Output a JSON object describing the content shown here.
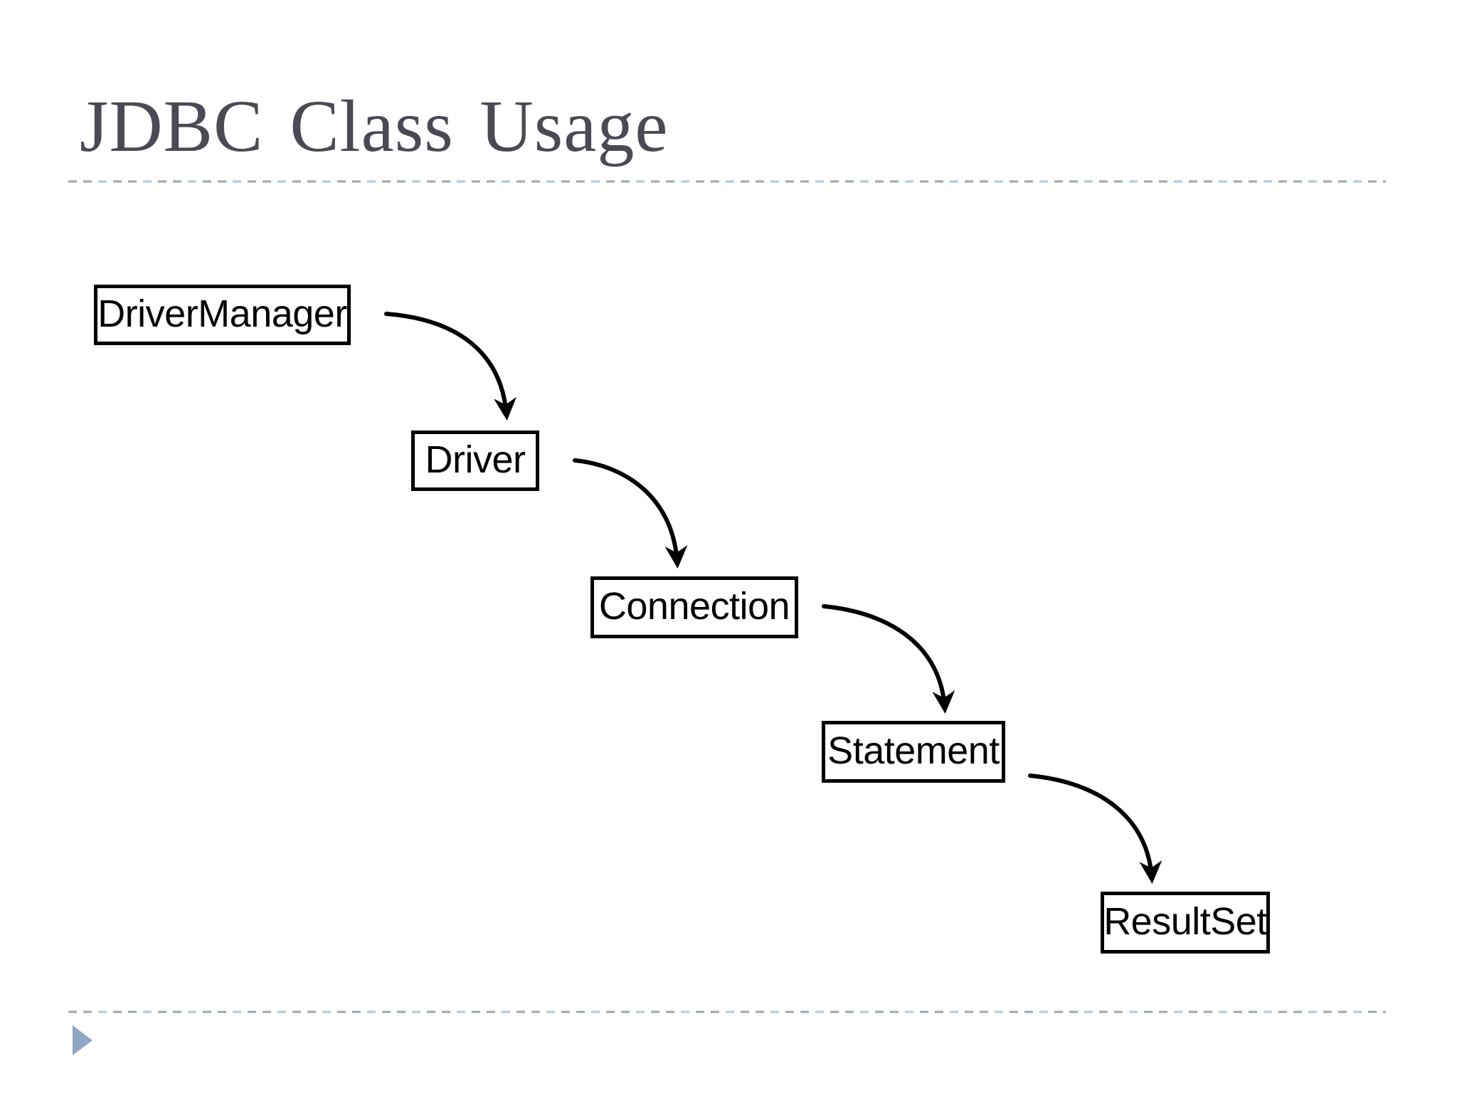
{
  "slide": {
    "title": "JDBC Class Usage",
    "colors": {
      "background": "#ffffff",
      "title_text": "#4a4a55",
      "divider_gray": "#9ca6ae",
      "divider_blue": "#aecadf",
      "box_border": "#000000",
      "box_text": "#000000",
      "arrow": "#000000",
      "footer_marker": "#8fa6c3"
    },
    "footer": {
      "marker_icon": "play-triangle-right"
    }
  },
  "diagram": {
    "nodes": [
      {
        "id": "driver-manager",
        "label": "DriverManager"
      },
      {
        "id": "driver",
        "label": "Driver"
      },
      {
        "id": "connection",
        "label": "Connection"
      },
      {
        "id": "statement",
        "label": "Statement"
      },
      {
        "id": "result-set",
        "label": "ResultSet"
      }
    ],
    "edges": [
      {
        "from": "DriverManager",
        "to": "Driver"
      },
      {
        "from": "Driver",
        "to": "Connection"
      },
      {
        "from": "Connection",
        "to": "Statement"
      },
      {
        "from": "Statement",
        "to": "ResultSet"
      }
    ]
  }
}
